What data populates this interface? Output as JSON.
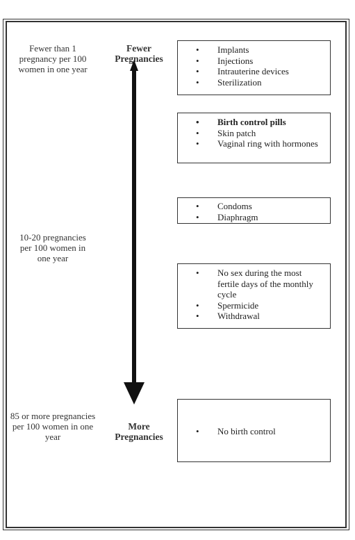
{
  "scale": {
    "top_text": "Fewer than 1 pregnancy per 100 women in one year",
    "middle_text": "10-20 pregnancies per 100 women in one year",
    "bottom_text": "85 or more pregnancies per 100 women in one year",
    "top_label": "Fewer Pregnancies",
    "bottom_label": "More Pregnancies"
  },
  "groups": [
    {
      "items": [
        "Implants",
        "Injections",
        "Intrauterine devices",
        "Sterilization"
      ]
    },
    {
      "items": [
        "Birth control pills",
        "Skin patch",
        "Vaginal ring with hormones"
      ]
    },
    {
      "items": [
        "Condoms",
        "Diaphragm"
      ]
    },
    {
      "items": [
        "No sex during the most fertile days of the monthly cycle",
        "Spermicide",
        "Withdrawal"
      ]
    },
    {
      "items": [
        "No birth control"
      ]
    }
  ],
  "bullet_symbol": "•"
}
